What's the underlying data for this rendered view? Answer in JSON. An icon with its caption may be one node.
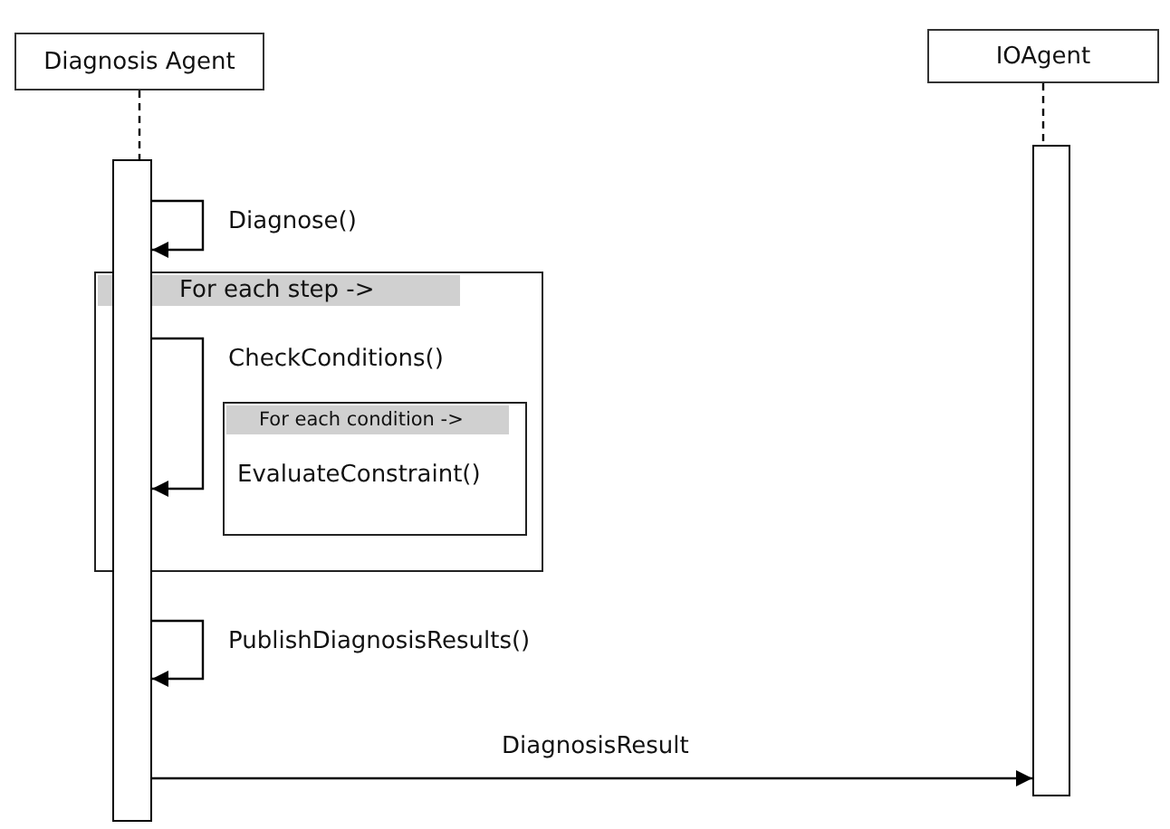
{
  "diagram": {
    "nodes": [
      {
        "text": [
          "Diagnosis Agent"
        ]
      },
      {
        "text": [
          "IOAgent"
        ]
      },
      {
        "text": [],
        "shape": "bar"
      },
      {
        "text": [],
        "shape": "bar"
      },
      {
        "text": [
          "For each step ->"
        ]
      },
      {
        "text": [
          "For each condition ->",
          "EvaluateConstraint()"
        ],
        "in": 4
      }
    ],
    "edges": [
      {
        "from": 0,
        "to": 2,
        "arrow": "none",
        "style": "dashed"
      },
      {
        "from": 1,
        "to": 3,
        "arrow": "none",
        "style": "dashed"
      },
      {
        "from": 2,
        "to": 2,
        "arrow": "to",
        "label": "Diagnose()"
      },
      {
        "from": 2,
        "to": 2,
        "arrow": "to",
        "label": "CheckConditions()"
      },
      {
        "from": 2,
        "to": 2,
        "arrow": "to",
        "label": "PublishDiagnosisResults()"
      },
      {
        "from": 2,
        "to": 3,
        "arrow": "to",
        "label": "DiagnosisResult"
      }
    ]
  }
}
